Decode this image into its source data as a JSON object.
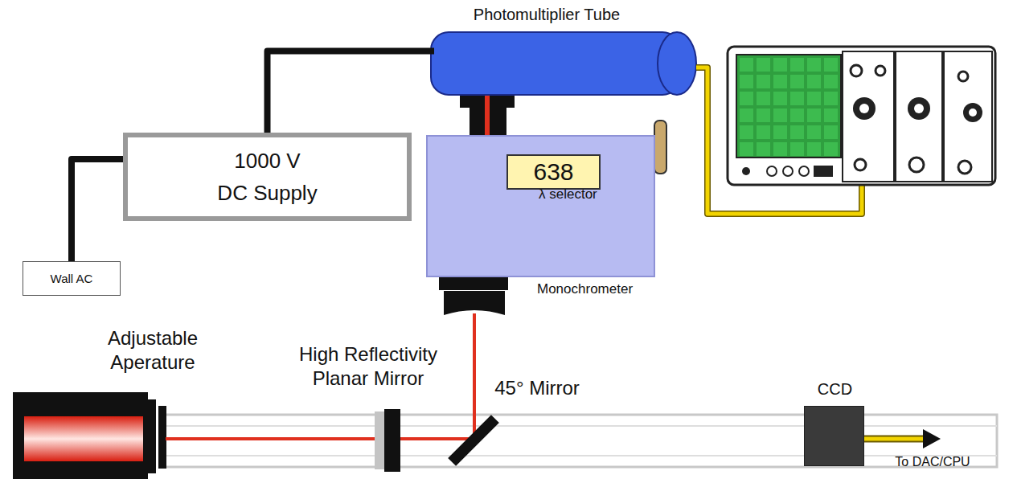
{
  "diagram": {
    "nodes": [
      {
        "text": [
          "Photomultiplier Tube"
        ]
      },
      {
        "text": [
          "1000 V DC Supply"
        ]
      },
      {
        "text": [
          "λ selector",
          "Monochrometer"
        ]
      },
      {
        "text": [
          "638"
        ],
        "in": 2
      },
      {
        "text": [
          "Wall AC"
        ]
      },
      {
        "text": [
          "CCD"
        ]
      }
    ],
    "edges": [
      {
        "from": 4,
        "to": 1,
        "arrow": "none"
      },
      {
        "from": 1,
        "to": 0,
        "arrow": "none"
      }
    ],
    "labels": [
      "Adjustable Aperature",
      "High Reflectivity Planar Mirror",
      "45° Mirror",
      "To DAC/CPU"
    ]
  }
}
